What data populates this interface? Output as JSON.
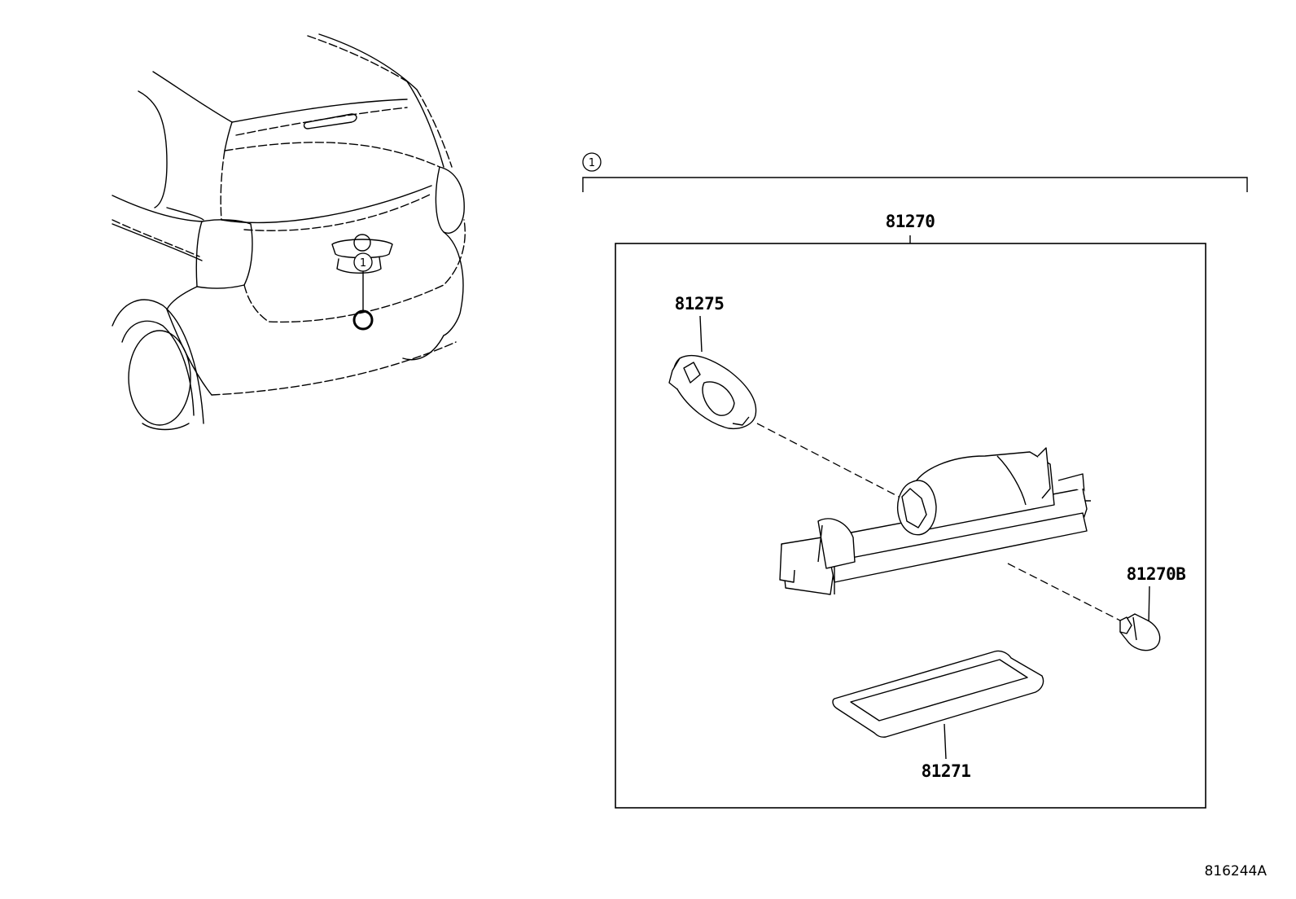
{
  "parts": {
    "assembly": "81270",
    "socket": "81275",
    "bulb": "81270B",
    "lens": "81271"
  },
  "callouts": {
    "group_number": "1",
    "vehicle_number": "1"
  },
  "drawing_code": "816244A"
}
